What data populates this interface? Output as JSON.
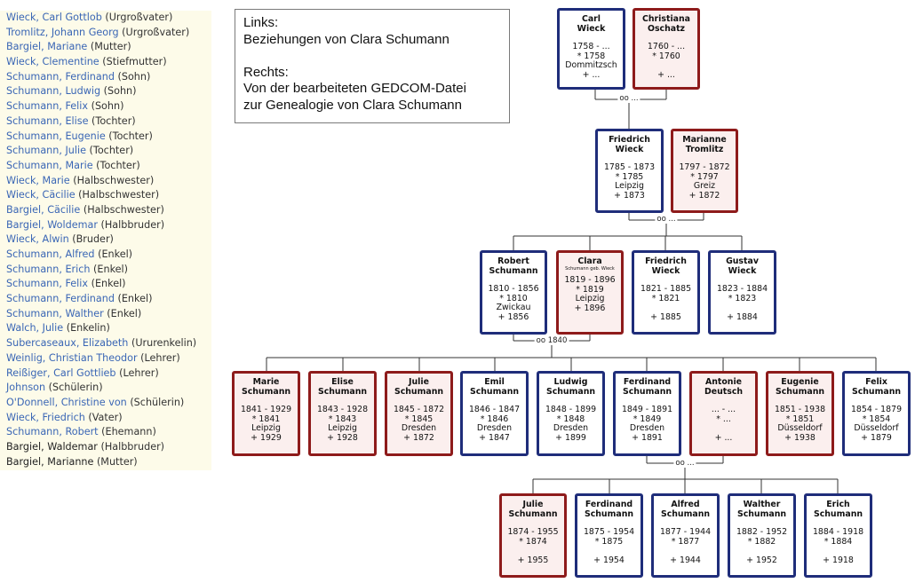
{
  "relations": [
    {
      "name": "Wieck, Carl Gottlob",
      "role": "(Urgroßvater)",
      "link": true
    },
    {
      "name": "Tromlitz, Johann Georg",
      "role": "(Urgroßvater)",
      "link": true
    },
    {
      "name": "Bargiel, Mariane",
      "role": "(Mutter)",
      "link": true
    },
    {
      "name": "Wieck, Clementine",
      "role": "(Stiefmutter)",
      "link": true
    },
    {
      "name": "Schumann, Ferdinand",
      "role": "(Sohn)",
      "link": true
    },
    {
      "name": "Schumann, Ludwig",
      "role": "(Sohn)",
      "link": true
    },
    {
      "name": "Schumann, Felix",
      "role": "(Sohn)",
      "link": true
    },
    {
      "name": "Schumann, Elise",
      "role": "(Tochter)",
      "link": true
    },
    {
      "name": "Schumann, Eugenie",
      "role": "(Tochter)",
      "link": true
    },
    {
      "name": "Schumann, Julie",
      "role": "(Tochter)",
      "link": true
    },
    {
      "name": "Schumann, Marie",
      "role": "(Tochter)",
      "link": true
    },
    {
      "name": "Wieck, Marie",
      "role": "(Halbschwester)",
      "link": true
    },
    {
      "name": "Wieck, Cäcilie",
      "role": "(Halbschwester)",
      "link": true
    },
    {
      "name": "Bargiel, Cäcilie",
      "role": "(Halbschwester)",
      "link": true
    },
    {
      "name": "Bargiel, Woldemar",
      "role": "(Halbbruder)",
      "link": true
    },
    {
      "name": "Wieck, Alwin",
      "role": "(Bruder)",
      "link": true
    },
    {
      "name": "Schumann, Alfred",
      "role": "(Enkel)",
      "link": true
    },
    {
      "name": "Schumann, Erich",
      "role": "(Enkel)",
      "link": true
    },
    {
      "name": "Schumann, Felix",
      "role": "(Enkel)",
      "link": true
    },
    {
      "name": "Schumann, Ferdinand",
      "role": "(Enkel)",
      "link": true
    },
    {
      "name": "Schumann, Walther",
      "role": "(Enkel)",
      "link": true
    },
    {
      "name": "Walch, Julie",
      "role": "(Enkelin)",
      "link": true
    },
    {
      "name": "Subercaseaux, Elizabeth",
      "role": "(Ururenkelin)",
      "link": true
    },
    {
      "name": "Weinlig, Christian Theodor",
      "role": "(Lehrer)",
      "link": true
    },
    {
      "name": "Reißiger, Carl Gottlieb",
      "role": "(Lehrer)",
      "link": true
    },
    {
      "name": "Johnson",
      "role": "(Schülerin)",
      "link": true
    },
    {
      "name": "O'Donnell, Christine von",
      "role": "(Schülerin)",
      "link": true
    },
    {
      "name": "Wieck, Friedrich",
      "role": "(Vater)",
      "link": true
    },
    {
      "name": "Schumann, Robert",
      "role": "(Ehemann)",
      "link": true
    },
    {
      "name": "Bargiel, Waldemar",
      "role": "(Halbbruder)",
      "link": false
    },
    {
      "name": "Bargiel, Marianne",
      "role": "(Mutter)",
      "link": false
    }
  ],
  "note": {
    "line1": "Links:",
    "line2": "Beziehungen von Clara Schumann",
    "line3": "Rechts:",
    "line4": "Von der bearbeiteten GEDCOM-Datei",
    "line5": "zur Genealogie von Clara Schumann"
  },
  "colors": {
    "male_border": "#1f2d7a",
    "female_border": "#8e1b1b",
    "female_fill": "#fbefee"
  },
  "tree": [
    {
      "id": "carl",
      "sex": "m",
      "name": "Carl\nWieck",
      "info": "1758 - ...\n* 1758\nDommitzsch\n+ ..."
    },
    {
      "id": "christiana",
      "sex": "f",
      "name": "Christiana\nOschatz",
      "info": "1760 - ...\n* 1760\n\n+ ..."
    },
    {
      "id": "friedrich",
      "sex": "m",
      "name": "Friedrich\nWieck",
      "info": "1785 - 1873\n* 1785\nLeipzig\n+ 1873"
    },
    {
      "id": "marianne",
      "sex": "f",
      "name": "Marianne\nTromlitz",
      "info": "1797 - 1872\n* 1797\nGreiz\n+ 1872"
    },
    {
      "id": "robert",
      "sex": "m",
      "name": "Robert\nSchumann",
      "info": "1810 - 1856\n* 1810\nZwickau\n+ 1856"
    },
    {
      "id": "clara",
      "sex": "f",
      "name": "Clara",
      "name2": "Schumann geb. Wieck",
      "info": "1819 - 1896\n* 1819\nLeipzig\n+ 1896"
    },
    {
      "id": "friedrich2",
      "sex": "m",
      "name": "Friedrich\nWieck",
      "info": "1821 - 1885\n* 1821\n\n+ 1885"
    },
    {
      "id": "gustav",
      "sex": "m",
      "name": "Gustav\nWieck",
      "info": "1823 - 1884\n* 1823\n\n+ 1884"
    },
    {
      "id": "marie",
      "sex": "f",
      "name": "Marie\nSchumann",
      "info": "1841 - 1929\n* 1841\nLeipzig\n+ 1929"
    },
    {
      "id": "elise",
      "sex": "f",
      "name": "Elise\nSchumann",
      "info": "1843 - 1928\n* 1843\nLeipzig\n+ 1928"
    },
    {
      "id": "julie",
      "sex": "f",
      "name": "Julie\nSchumann",
      "info": "1845 - 1872\n* 1845\nDresden\n+ 1872"
    },
    {
      "id": "emil",
      "sex": "m",
      "name": "Emil\nSchumann",
      "info": "1846 - 1847\n* 1846\nDresden\n+ 1847"
    },
    {
      "id": "ludwig",
      "sex": "m",
      "name": "Ludwig\nSchumann",
      "info": "1848 - 1899\n* 1848\nDresden\n+ 1899"
    },
    {
      "id": "ferdinand",
      "sex": "m",
      "name": "Ferdinand\nSchumann",
      "info": "1849 - 1891\n* 1849\nDresden\n+ 1891"
    },
    {
      "id": "antonie",
      "sex": "f",
      "name": "Antonie\nDeutsch",
      "info": "... - ...\n* ...\n\n+ ..."
    },
    {
      "id": "eugenie",
      "sex": "f",
      "name": "Eugenie\nSchumann",
      "info": "1851 - 1938\n* 1851\nDüsseldorf\n+ 1938"
    },
    {
      "id": "felix",
      "sex": "m",
      "name": "Felix\nSchumann",
      "info": "1854 - 1879\n* 1854\nDüsseldorf\n+ 1879"
    },
    {
      "id": "julie2",
      "sex": "f",
      "name": "Julie\nSchumann",
      "info": "1874 - 1955\n* 1874\n\n+ 1955"
    },
    {
      "id": "ferdinand2",
      "sex": "m",
      "name": "Ferdinand\nSchumann",
      "info": "1875 - 1954\n* 1875\n\n+ 1954"
    },
    {
      "id": "alfred",
      "sex": "m",
      "name": "Alfred\nSchumann",
      "info": "1877 - 1944\n* 1877\n\n+ 1944"
    },
    {
      "id": "walther",
      "sex": "m",
      "name": "Walther\nSchumann",
      "info": "1882 - 1952\n* 1882\n\n+ 1952"
    },
    {
      "id": "erich",
      "sex": "m",
      "name": "Erich\nSchumann",
      "info": "1884 - 1918\n* 1884\n\n+ 1918"
    }
  ],
  "marriages": [
    {
      "id": "m1",
      "label": "oo ..."
    },
    {
      "id": "m2",
      "label": "oo ..."
    },
    {
      "id": "m3",
      "label": "oo 1840"
    },
    {
      "id": "m4",
      "label": "oo ..."
    }
  ]
}
